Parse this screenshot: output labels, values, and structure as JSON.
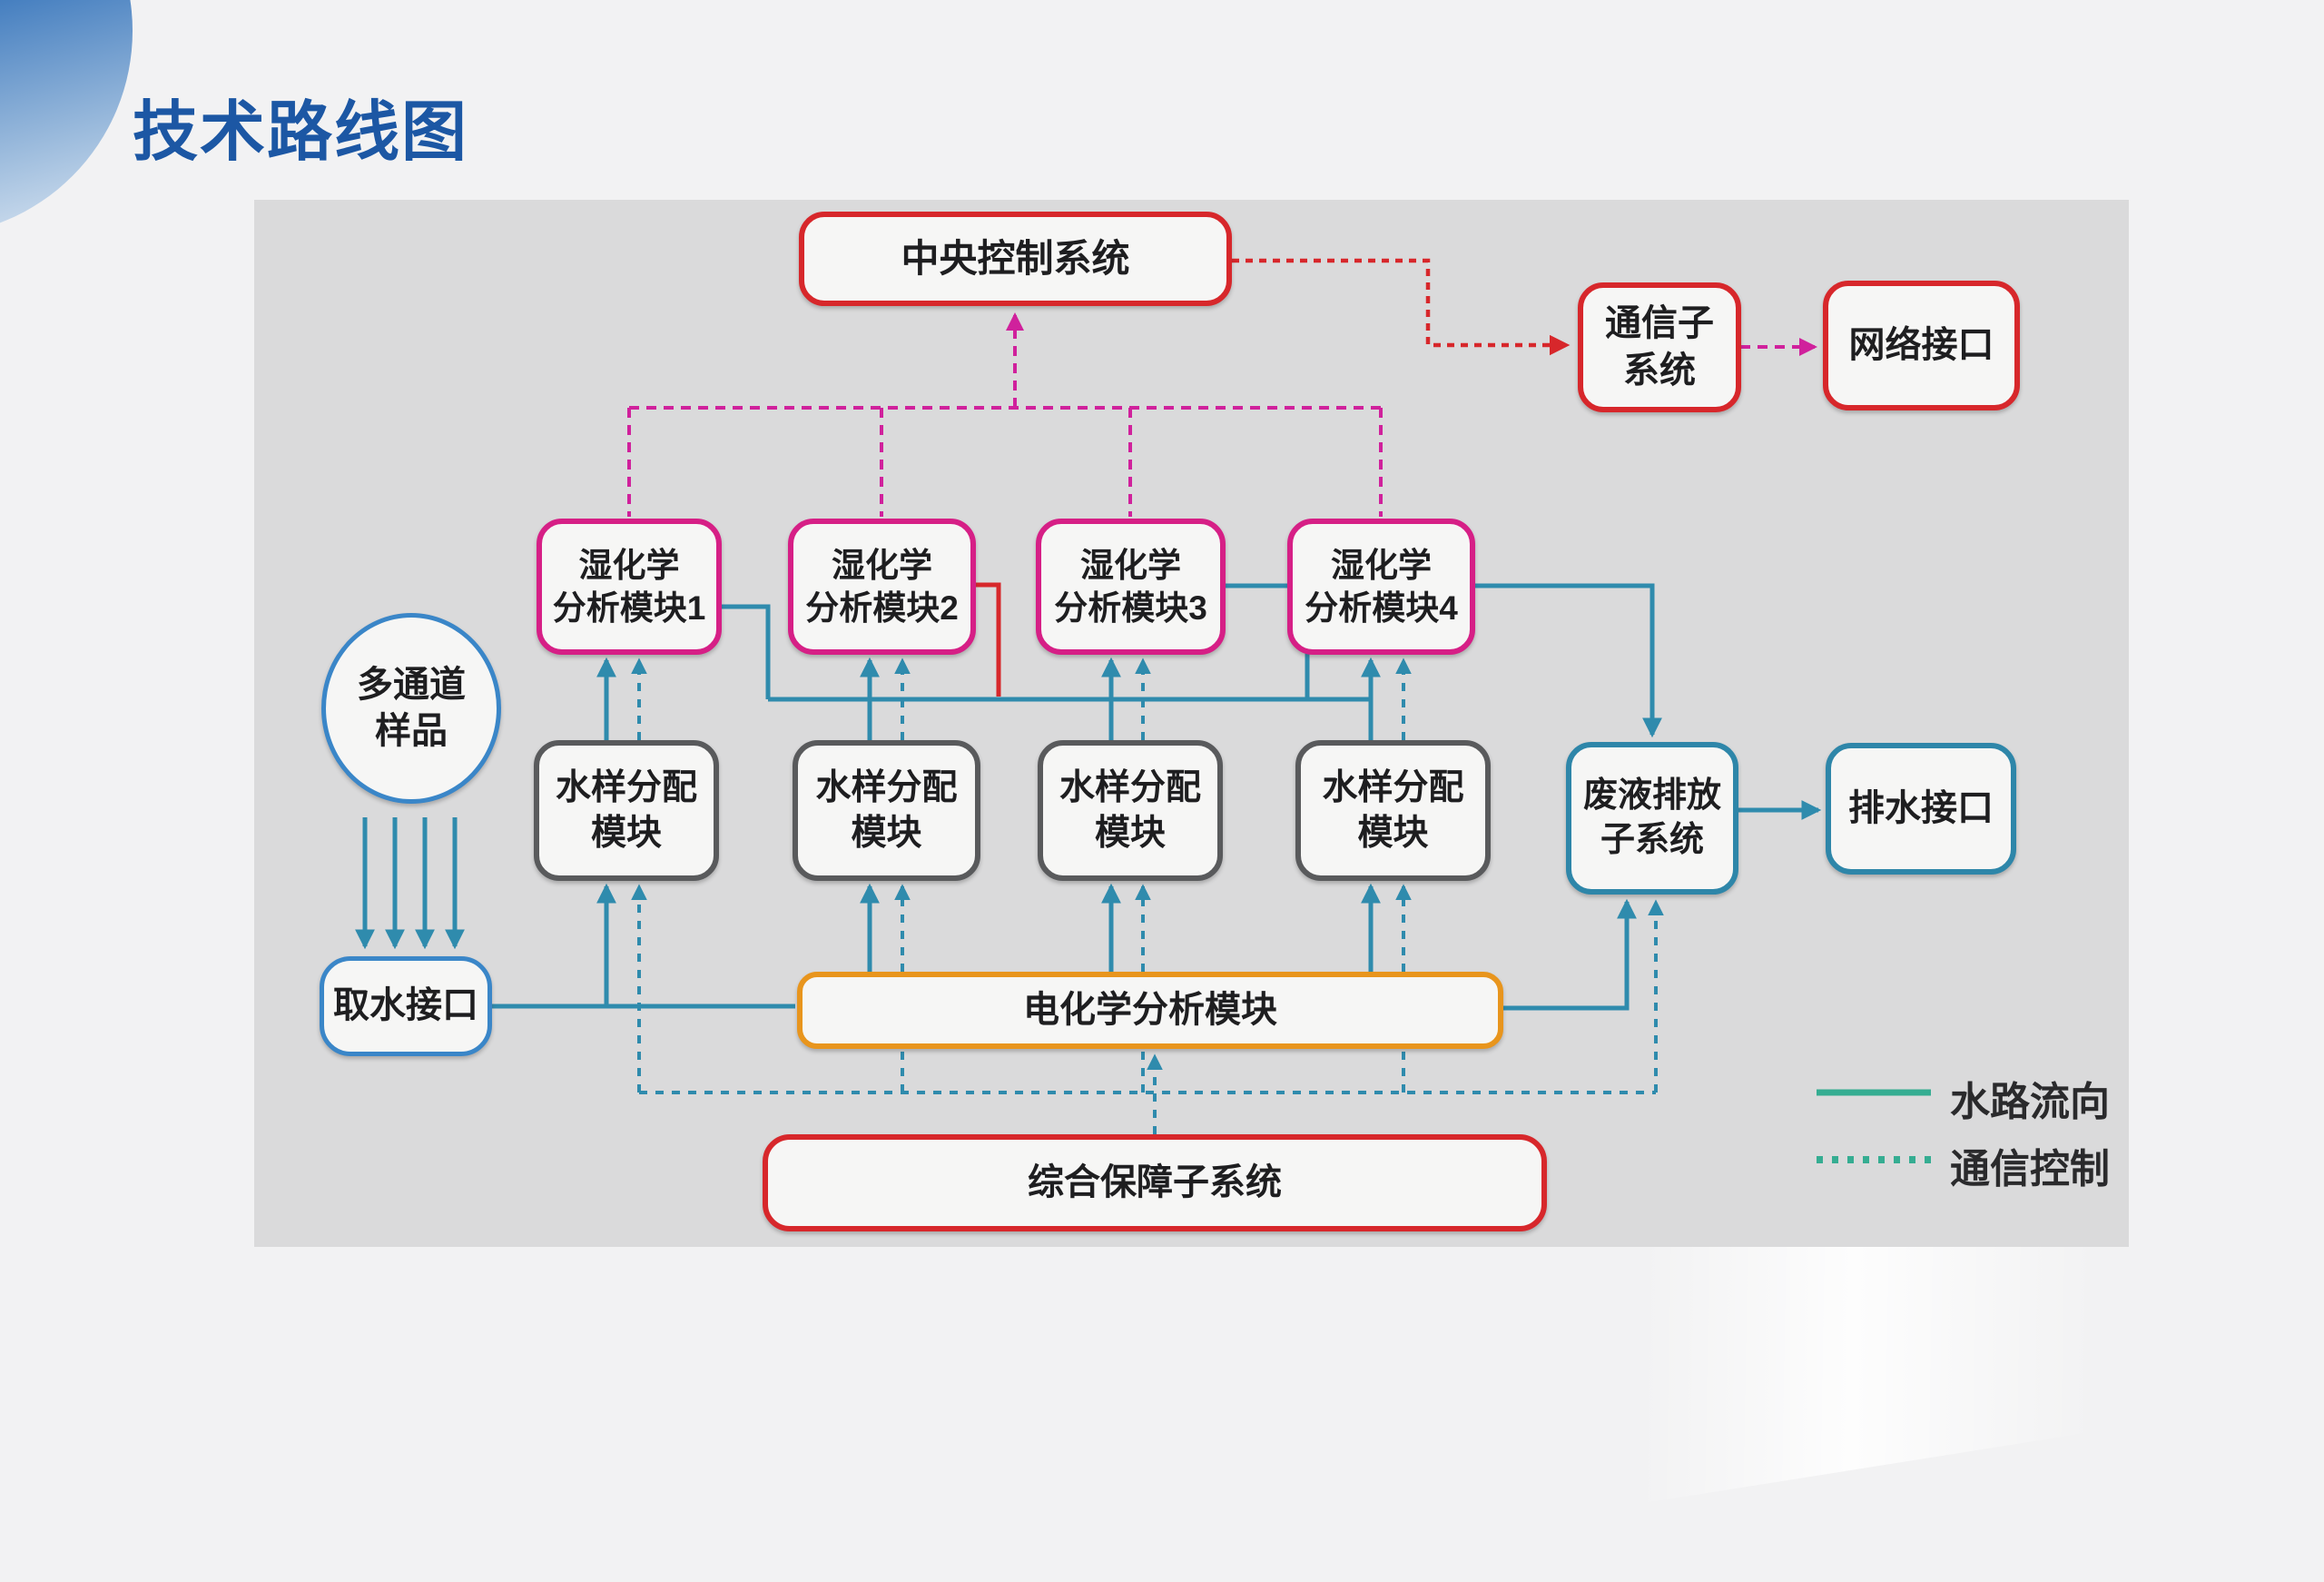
{
  "slide": {
    "title": "技术路线图"
  },
  "nodes": {
    "central_control": {
      "label": "中央控制系统"
    },
    "comm_subsystem": {
      "line1": "通信子",
      "line2": "系统"
    },
    "network_interface": {
      "label": "网络接口"
    },
    "wet1": {
      "line1": "湿化学",
      "line2": "分析模块1"
    },
    "wet2": {
      "line1": "湿化学",
      "line2": "分析模块2"
    },
    "wet3": {
      "line1": "湿化学",
      "line2": "分析模块3"
    },
    "wet4": {
      "line1": "湿化学",
      "line2": "分析模块4"
    },
    "dist_module": {
      "line1": "水样分配",
      "line2": "模块"
    },
    "waste_discharge": {
      "line1": "废液排放",
      "line2": "子系统"
    },
    "drain_interface": {
      "label": "排水接口"
    },
    "multichannel_sample": {
      "line1": "多通道",
      "line2": "样品"
    },
    "water_intake": {
      "label": "取水接口"
    },
    "electrochemical": {
      "label": "电化学分析模块"
    },
    "integrated_support": {
      "label": "综合保障子系统"
    }
  },
  "legend": {
    "water_label": "水路流向",
    "comm_label": "通信控制"
  },
  "colors": {
    "title_blue": "#1c57a4",
    "red_border": "#d7272b",
    "pink_border": "#d61f86",
    "magenta_line": "#d0219c",
    "teal_line": "#2f8bad",
    "teal_border": "#2e86a9",
    "blue_border": "#3a86c8",
    "gray_border": "#595a5c",
    "orange_border": "#e8951d",
    "legend_green": "#35ad92",
    "panel_gray": "#dadadb"
  }
}
